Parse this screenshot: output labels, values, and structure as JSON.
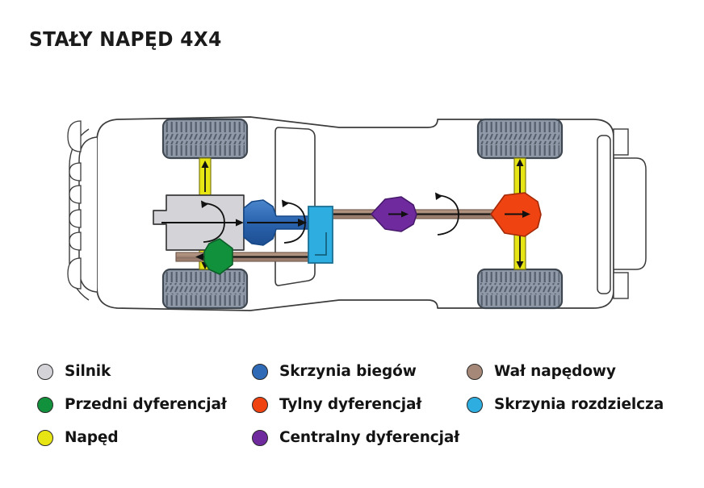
{
  "title": "STAŁY NAPĘD 4X4",
  "colors": {
    "engine": "#d3d3d8",
    "front_differential": "#12913c",
    "drive": "#e8e515",
    "transmission": "#2e6ab5",
    "rear_differential": "#f04312",
    "center_differential": "#6f2a9e",
    "driveshaft": "#a58877",
    "transfer_case": "#2eaee0",
    "tire": "#8f99a8",
    "tread": "#3e4650",
    "body_outline": "#3a3a3a",
    "background": "#ffffff"
  },
  "legend": {
    "columns": [
      {
        "items": [
          {
            "label": "Silnik",
            "color": "#d3d3d8",
            "key": "engine"
          },
          {
            "label": "Przedni dyferencjał",
            "color": "#12913c",
            "key": "front-differential"
          },
          {
            "label": "Napęd",
            "color": "#e8e515",
            "key": "drive"
          }
        ]
      },
      {
        "items": [
          {
            "label": "Skrzynia biegów",
            "color": "#2e6ab5",
            "key": "transmission"
          },
          {
            "label": "Tylny dyferencjał",
            "color": "#f04312",
            "key": "rear-differential"
          },
          {
            "label": "Centralny dyferencjał",
            "color": "#6f2a9e",
            "key": "center-differential"
          }
        ]
      },
      {
        "items": [
          {
            "label": "Wał napędowy",
            "color": "#a58877",
            "key": "driveshaft"
          },
          {
            "label": "Skrzynia rozdzielcza",
            "color": "#2eaee0",
            "key": "transfer-case"
          }
        ]
      }
    ]
  },
  "diagram": {
    "view": "top-down vehicle drivetrain schematic",
    "components": [
      {
        "name": "engine",
        "label": "Silnik"
      },
      {
        "name": "transmission",
        "label": "Skrzynia biegów"
      },
      {
        "name": "transfer-case",
        "label": "Skrzynia rozdzielcza"
      },
      {
        "name": "front-differential",
        "label": "Przedni dyferencjał"
      },
      {
        "name": "center-differential",
        "label": "Centralny dyferencjał"
      },
      {
        "name": "rear-differential",
        "label": "Tylny dyferencjał"
      },
      {
        "name": "driveshaft",
        "label": "Wał napędowy"
      },
      {
        "name": "drive-axle",
        "label": "Napęd"
      }
    ],
    "wheels": [
      "front-left",
      "front-right",
      "rear-left",
      "rear-right"
    ]
  }
}
